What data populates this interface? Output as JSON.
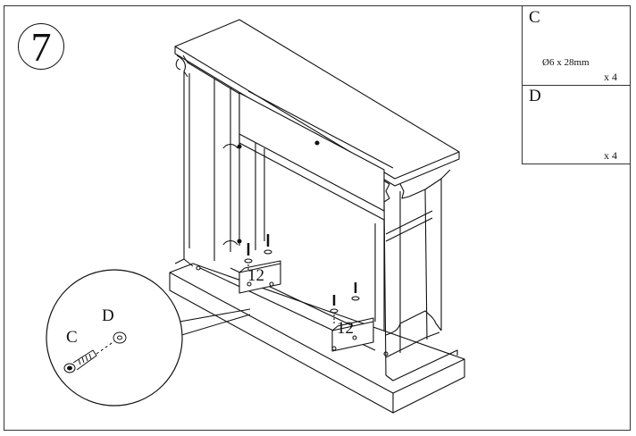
{
  "step": {
    "number": "7"
  },
  "parts": [
    {
      "letter": "C",
      "spec": "Ø6 x 28mm",
      "qty": "x 4",
      "icon": "bolt-icon"
    },
    {
      "letter": "D",
      "spec": "",
      "qty": "x 4",
      "icon": "washer-icon"
    }
  ],
  "callout": {
    "bolt_label": "C",
    "washer_label": "D"
  },
  "board_labels": [
    "12",
    "12"
  ],
  "colors": {
    "line": "#111111",
    "background": "#ffffff"
  }
}
